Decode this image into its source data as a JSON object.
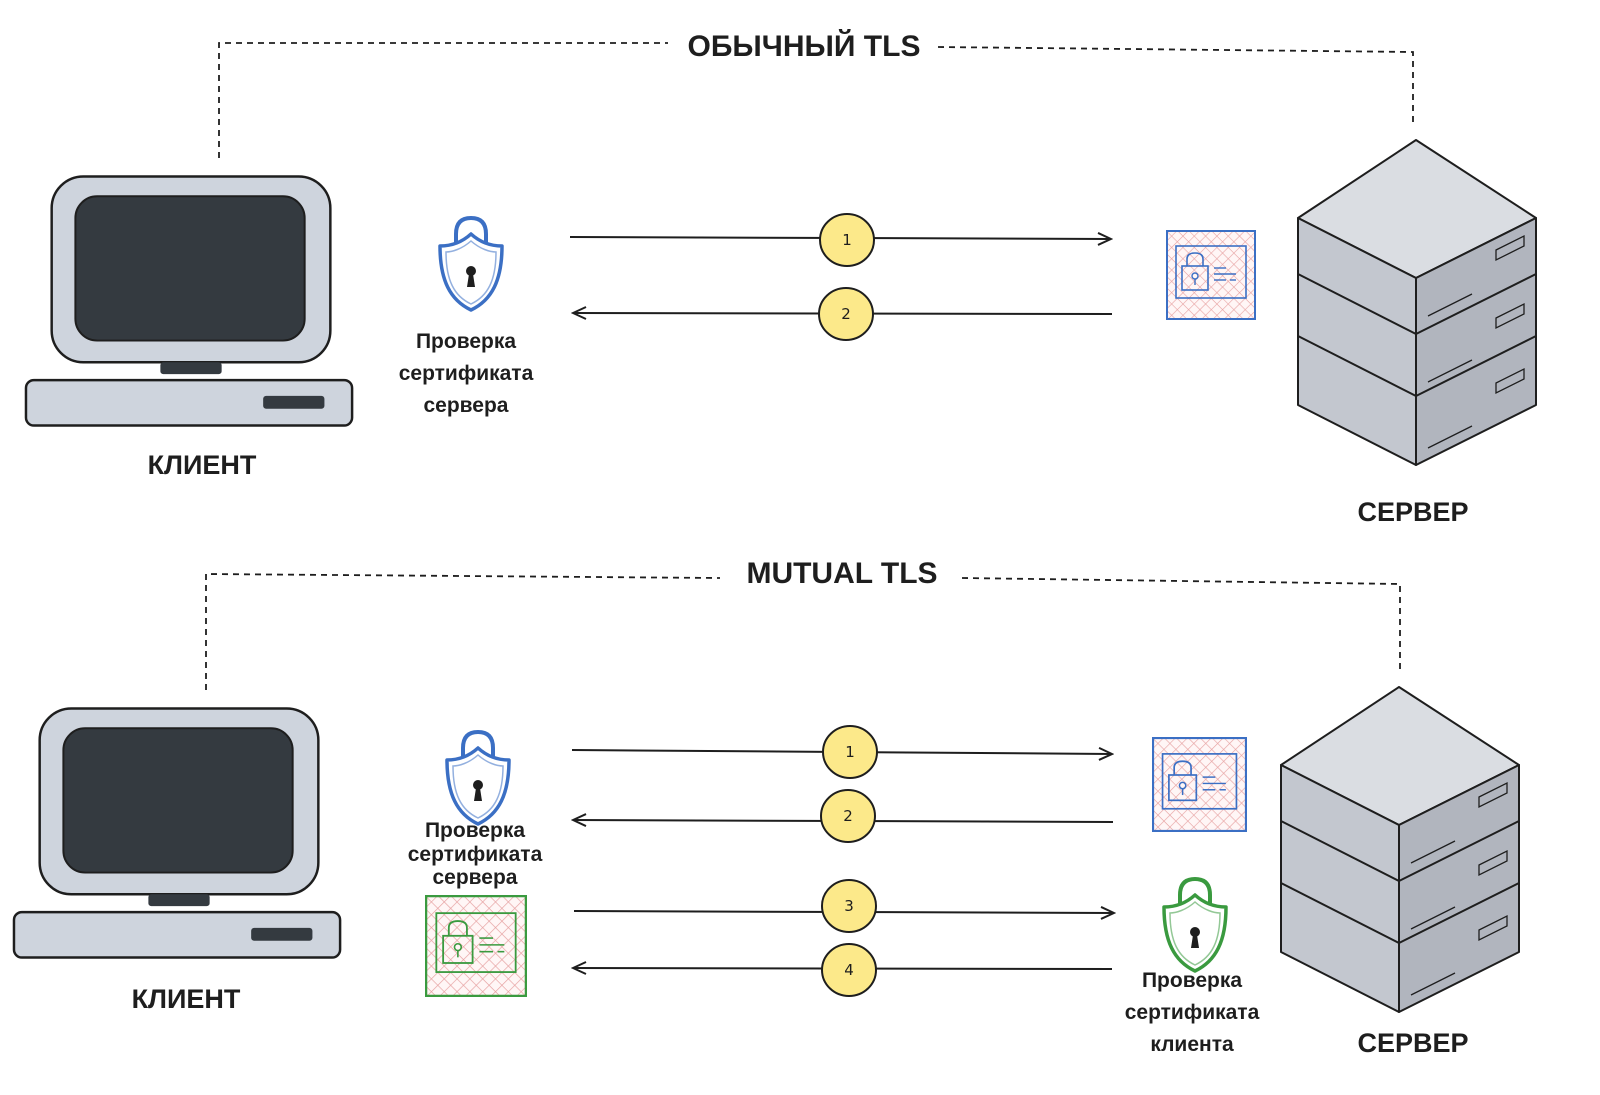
{
  "panels": [
    {
      "title": "ОБЫЧНЫЙ TLS",
      "client_label": "КЛИЕНТ",
      "server_label": "СЕРВЕР",
      "client_check": [
        "Проверка",
        "сертификата",
        "сервера"
      ],
      "steps": [
        "1",
        "2"
      ]
    },
    {
      "title": "MUTUAL TLS",
      "client_label": "КЛИЕНТ",
      "server_label": "СЕРВЕР",
      "client_check": [
        "Проверка",
        "сертификата",
        "сервера"
      ],
      "server_check": [
        "Проверка",
        "сертификата",
        "клиента"
      ],
      "steps": [
        "1",
        "2",
        "3",
        "4"
      ]
    }
  ],
  "colors": {
    "server_lock": "#3b6fc4",
    "client_lock": "#3a9a3f",
    "step_badge": "#fce98a",
    "device_fill": "#ced4dd",
    "screen": "#343a40",
    "server_fill": "#c9ccd3"
  },
  "icons": [
    "laptop-icon",
    "server-rack-icon",
    "lock-shield-icon",
    "certificate-icon"
  ]
}
